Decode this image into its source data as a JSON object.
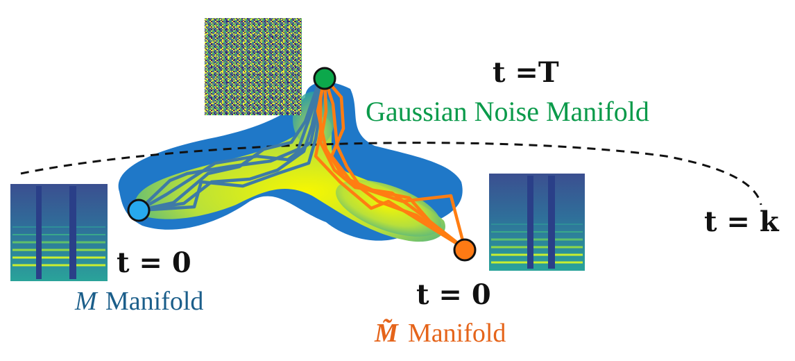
{
  "labels": {
    "t_T": "t =T",
    "noise_manifold": "Gaussian Noise Manifold",
    "t_k": "t = k",
    "t0_left": "t = 0",
    "t0_right": "t = 0",
    "m_symbol": "M",
    "m_manifold": "Manifold",
    "mtilde_symbol": "M̃",
    "mtilde_manifold": "Manifold"
  },
  "colors": {
    "noise_green": "#0a9a4a",
    "manifold_blue": "#1b5e8a",
    "manifold_orange": "#e5641a",
    "blob_blue": "#1f78c8",
    "blob_yellow": "#f2f200",
    "path_blue": "#3e7aa6",
    "path_orange": "#ff7d12",
    "node_cyan": "#27a9ee",
    "node_orange": "#ff7a14",
    "node_green": "#0ca84b",
    "dash": "#111111"
  },
  "icons": {
    "noise_thumbnail": "noise-image-icon",
    "left_spectrogram": "spectrogram-icon",
    "right_spectrogram": "spectrogram-icon"
  }
}
